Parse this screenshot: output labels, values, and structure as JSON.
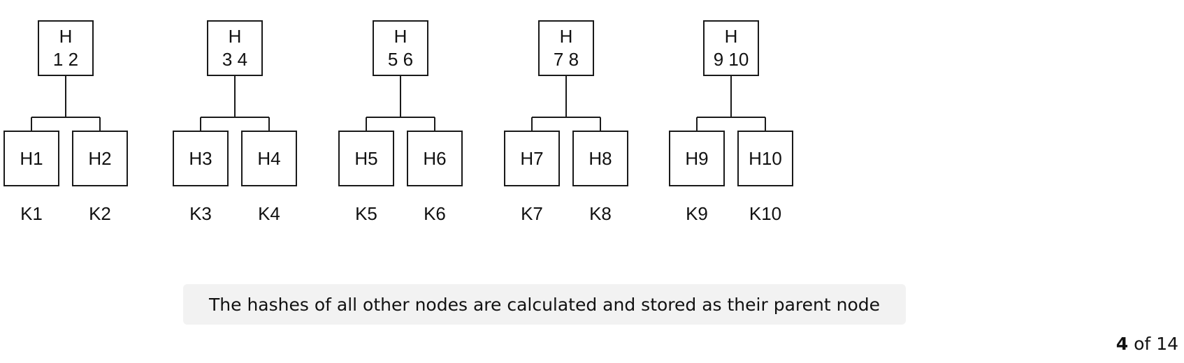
{
  "groups": [
    {
      "parent": [
        "H",
        "1 2"
      ],
      "children": [
        "H1",
        "H2"
      ],
      "keys": [
        "K1",
        "K2"
      ]
    },
    {
      "parent": [
        "H",
        "3 4"
      ],
      "children": [
        "H3",
        "H4"
      ],
      "keys": [
        "K3",
        "K4"
      ]
    },
    {
      "parent": [
        "H",
        "5 6"
      ],
      "children": [
        "H5",
        "H6"
      ],
      "keys": [
        "K5",
        "K6"
      ]
    },
    {
      "parent": [
        "H",
        "7 8"
      ],
      "children": [
        "H7",
        "H8"
      ],
      "keys": [
        "K7",
        "K8"
      ]
    },
    {
      "parent": [
        "H",
        "9 10"
      ],
      "children": [
        "H9",
        "H10"
      ],
      "keys": [
        "K9",
        "K10"
      ]
    }
  ],
  "caption": "The hashes of all other nodes are calculated and stored as their parent node",
  "pager": {
    "current": "4",
    "separator": "of",
    "total": "14"
  }
}
